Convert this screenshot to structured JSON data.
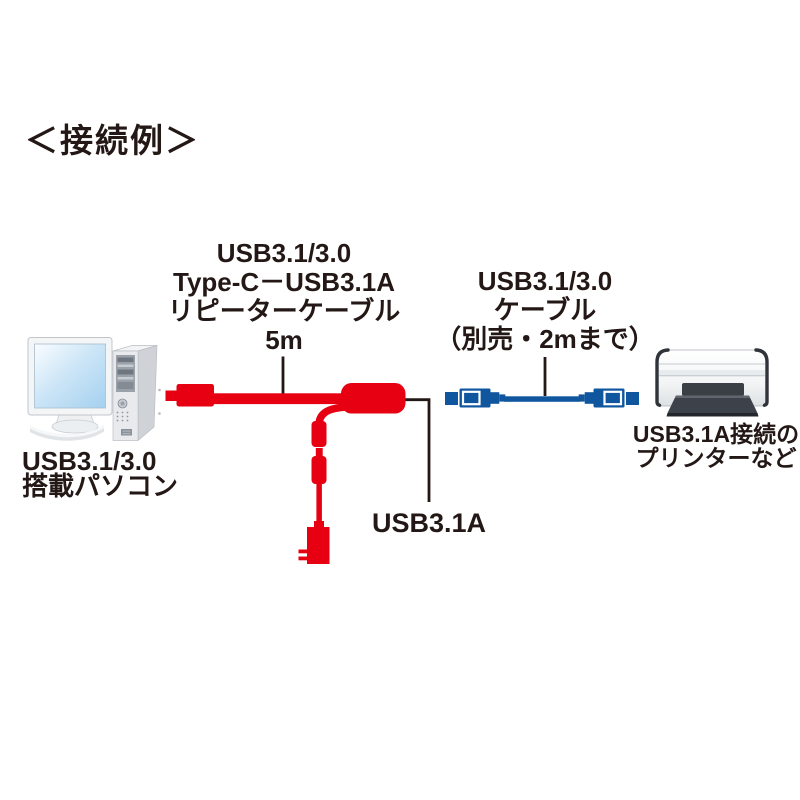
{
  "title": "＜接続例＞",
  "colors": {
    "cable_red": "#e60012",
    "cable_blue": "#0f569f",
    "ink": "#231815",
    "screen_blue": "#a5d0ef",
    "printer_dark": "#3a3f46"
  },
  "labels": {
    "repeater_cable": {
      "lines": [
        "USB3.1/3.0",
        "Type-C－USB3.1A",
        "リピーターケーブル",
        "5m"
      ]
    },
    "usb_cable": {
      "lines": [
        "USB3.1/3.0",
        "ケーブル",
        "（別売・2mまで）"
      ]
    },
    "pc": {
      "lines": [
        "USB3.1/3.0",
        "搭載パソコン"
      ]
    },
    "printer": {
      "lines": [
        "USB3.1A接続の",
        "プリンターなど"
      ]
    },
    "connector": "USB3.1A"
  }
}
